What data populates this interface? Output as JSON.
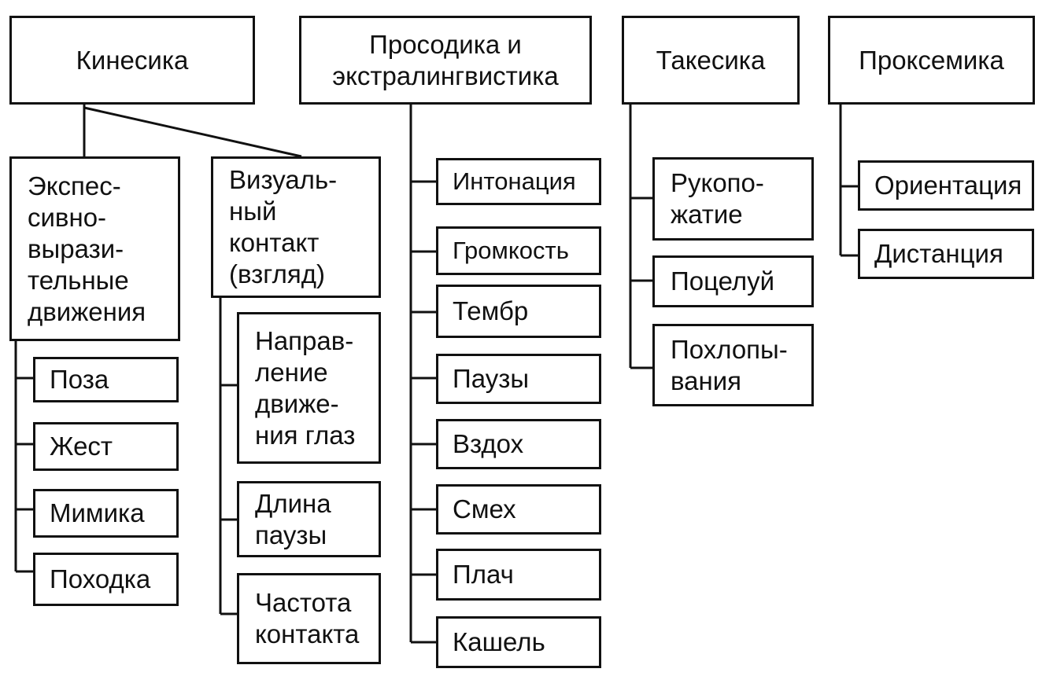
{
  "categories": {
    "kinesics": "Кинесика",
    "prosody": "Просодика и\nэкстралингвистика",
    "takesics": "Такесика",
    "proxemics": "Проксемика"
  },
  "kinesics": {
    "expressive": "Экспес-\nсивно-\nвырази-\nтельные\nдвижения",
    "visual": "Визуаль-\nный\nконтакт\n(взгляд)",
    "expressive_items": [
      "Поза",
      "Жест",
      "Мимика",
      "Походка"
    ],
    "visual_items": [
      "Направ-\nление\nдвиже-\nния глаз",
      "Длина\nпаузы",
      "Частота\nконтакта"
    ]
  },
  "prosody_items": [
    "Интонация",
    "Громкость",
    "Тембр",
    "Паузы",
    "Вздох",
    "Смех",
    "Плач",
    "Кашель"
  ],
  "takesics_items": [
    "Рукопо-\nжатие",
    "Поцелуй",
    "Похлопы-\nвания"
  ],
  "proxemics_items": [
    "Ориентация",
    "Дистанция"
  ]
}
